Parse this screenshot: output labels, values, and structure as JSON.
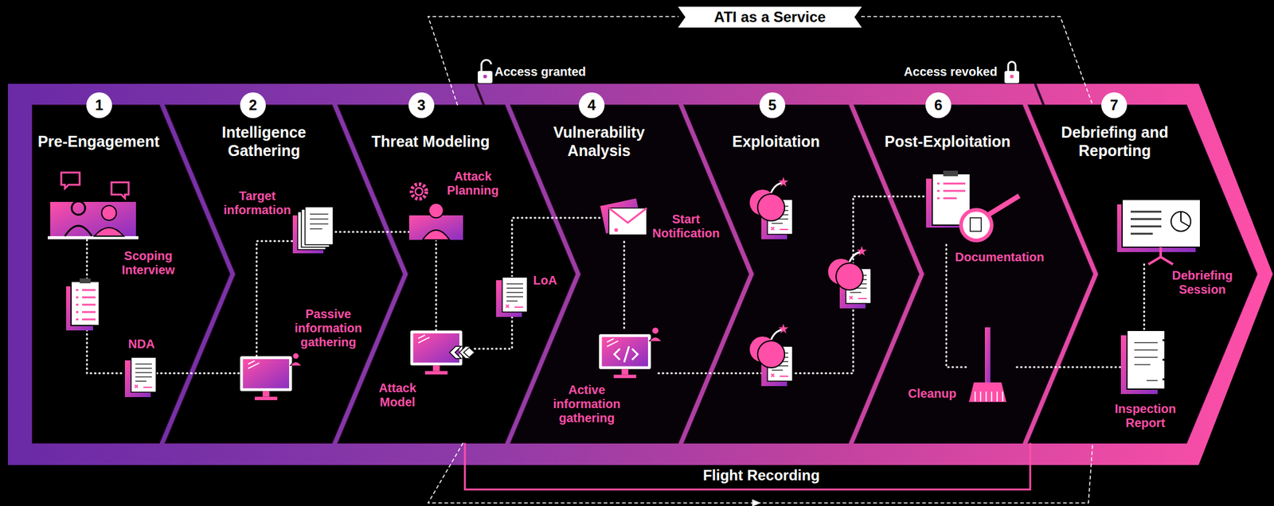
{
  "diagram": {
    "nodes": [
      {
        "text": [
          "ATI as a Service"
        ]
      },
      {
        "text": [
          "Pre-Engagement"
        ]
      },
      {
        "text": [
          "1"
        ],
        "in": 1
      },
      {
        "text": [
          "Scoping Interview"
        ],
        "in": 1
      },
      {
        "text": [
          "NDA"
        ],
        "in": 1
      },
      {
        "text": [
          "Intelligence Gathering"
        ]
      },
      {
        "text": [
          "2"
        ],
        "in": 5
      },
      {
        "text": [
          "Target information"
        ],
        "in": 5
      },
      {
        "text": [
          "Passive information gathering"
        ],
        "in": 5
      },
      {
        "text": [
          "Threat Modeling"
        ]
      },
      {
        "text": [
          "3"
        ],
        "in": 9
      },
      {
        "text": [
          "Attack Planning"
        ],
        "in": 9
      },
      {
        "text": [
          "Attack Model"
        ],
        "in": 9
      },
      {
        "text": [
          "LoA"
        ],
        "in": 9
      },
      {
        "text": [
          "Vulnerability Analysis"
        ]
      },
      {
        "text": [
          "4"
        ],
        "in": 14
      },
      {
        "text": [
          "Start Notification"
        ],
        "in": 14
      },
      {
        "text": [
          "Active information gathering"
        ],
        "in": 14
      },
      {
        "text": [
          "Exploitation"
        ]
      },
      {
        "text": [
          "5"
        ],
        "in": 18
      },
      {
        "text": [
          "Post-Exploitation"
        ]
      },
      {
        "text": [
          "6"
        ],
        "in": 20
      },
      {
        "text": [
          "Documentation"
        ],
        "in": 20
      },
      {
        "text": [
          "Cleanup"
        ],
        "in": 20
      },
      {
        "text": [
          "Debriefing and Reporting"
        ]
      },
      {
        "text": [
          "7"
        ],
        "in": 24
      },
      {
        "text": [
          "Debriefing Session"
        ],
        "in": 24
      },
      {
        "text": [
          "Inspection Report"
        ],
        "in": 24
      }
    ],
    "edges": [
      {
        "from": 3,
        "to": 4,
        "arrow": "none"
      },
      {
        "from": 4,
        "to": 8,
        "arrow": "none"
      },
      {
        "from": 8,
        "to": 7,
        "arrow": "none"
      },
      {
        "from": 7,
        "to": 11,
        "arrow": "none"
      },
      {
        "from": 11,
        "to": 12,
        "arrow": "none"
      },
      {
        "from": 12,
        "to": 13,
        "arrow": "none"
      },
      {
        "from": 13,
        "to": 16,
        "arrow": "none"
      },
      {
        "from": 16,
        "to": 17,
        "arrow": "none"
      },
      {
        "from": 17,
        "to": 22,
        "arrow": "none"
      },
      {
        "from": 22,
        "to": 23,
        "arrow": "none"
      },
      {
        "from": 23,
        "to": 27,
        "arrow": "none"
      },
      {
        "from": 26,
        "to": 27,
        "arrow": "none"
      }
    ],
    "labels": [
      "Access granted",
      "Access revoked",
      "Flight Recording"
    ]
  }
}
